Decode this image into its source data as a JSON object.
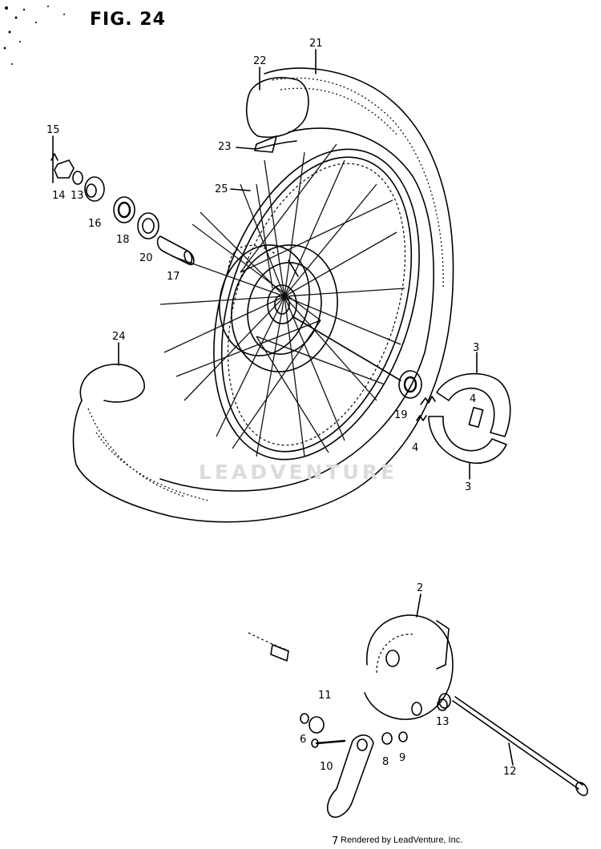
{
  "figure": {
    "title": "FIG. 24",
    "watermark": "LEADVENTURE",
    "credit": "Rendered by LeadVenture, Inc."
  },
  "callouts": [
    {
      "id": "c21",
      "label": "21"
    },
    {
      "id": "c22",
      "label": "22"
    },
    {
      "id": "c23",
      "label": "23"
    },
    {
      "id": "c15",
      "label": "15"
    },
    {
      "id": "c14",
      "label": "14"
    },
    {
      "id": "c13a",
      "label": "13"
    },
    {
      "id": "c16",
      "label": "16"
    },
    {
      "id": "c18",
      "label": "18"
    },
    {
      "id": "c20",
      "label": "20"
    },
    {
      "id": "c17",
      "label": "17"
    },
    {
      "id": "c25",
      "label": "25"
    },
    {
      "id": "c24",
      "label": "24"
    },
    {
      "id": "c3a",
      "label": "3"
    },
    {
      "id": "c4a",
      "label": "4"
    },
    {
      "id": "c19",
      "label": "19"
    },
    {
      "id": "c4b",
      "label": "4"
    },
    {
      "id": "c3b",
      "label": "3"
    },
    {
      "id": "c2",
      "label": "2"
    },
    {
      "id": "c11",
      "label": "11"
    },
    {
      "id": "c6",
      "label": "6"
    },
    {
      "id": "c10",
      "label": "10"
    },
    {
      "id": "c8",
      "label": "8"
    },
    {
      "id": "c9",
      "label": "9"
    },
    {
      "id": "c13b",
      "label": "13"
    },
    {
      "id": "c12",
      "label": "12"
    },
    {
      "id": "c7",
      "label": "7"
    }
  ]
}
